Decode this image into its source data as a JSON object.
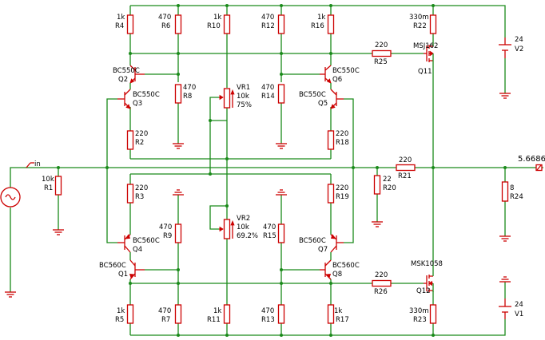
{
  "resistors": [
    {
      "id": "R4",
      "value": "1k"
    },
    {
      "id": "R6",
      "value": "470"
    },
    {
      "id": "R10",
      "value": "1k"
    },
    {
      "id": "R12",
      "value": "470"
    },
    {
      "id": "R16",
      "value": "1k"
    },
    {
      "id": "R22",
      "value": "330m"
    },
    {
      "id": "R25",
      "value": "220"
    },
    {
      "id": "R8",
      "value": "470"
    },
    {
      "id": "R14",
      "value": "470"
    },
    {
      "id": "R2",
      "value": "220"
    },
    {
      "id": "R18",
      "value": "220"
    },
    {
      "id": "R1",
      "value": "10k"
    },
    {
      "id": "R20",
      "value": "22"
    },
    {
      "id": "R21",
      "value": "220"
    },
    {
      "id": "R24",
      "value": "8"
    },
    {
      "id": "R3",
      "value": "220"
    },
    {
      "id": "R19",
      "value": "220"
    },
    {
      "id": "R9",
      "value": "470"
    },
    {
      "id": "R15",
      "value": "470"
    },
    {
      "id": "R26",
      "value": "220"
    },
    {
      "id": "R5",
      "value": "1k"
    },
    {
      "id": "R7",
      "value": "470"
    },
    {
      "id": "R11",
      "value": "1k"
    },
    {
      "id": "R13",
      "value": "470"
    },
    {
      "id": "R17",
      "value": "1k"
    },
    {
      "id": "R23",
      "value": "330m"
    }
  ],
  "transistors": [
    {
      "id": "Q2",
      "model": "BC550C"
    },
    {
      "id": "Q3",
      "model": "BC550C"
    },
    {
      "id": "Q6",
      "model": "BC550C"
    },
    {
      "id": "Q5",
      "model": "BC550C"
    },
    {
      "id": "Q4",
      "model": "BC560C"
    },
    {
      "id": "Q1",
      "model": "BC560C"
    },
    {
      "id": "Q7",
      "model": "BC560C"
    },
    {
      "id": "Q8",
      "model": "BC560C"
    }
  ],
  "mosfets": [
    {
      "id": "Q11",
      "model": "MSJ162"
    },
    {
      "id": "Q12",
      "model": "MSK1058"
    }
  ],
  "potentiometers": [
    {
      "id": "VR1",
      "value": "10k",
      "setting": "75%"
    },
    {
      "id": "VR2",
      "value": "10k",
      "setting": "69.2%"
    }
  ],
  "supplies": [
    {
      "id": "V2",
      "value": "24"
    },
    {
      "id": "V1",
      "value": "24"
    }
  ],
  "input": {
    "label": "in"
  },
  "output": {
    "voltage": "5.6686"
  },
  "colors": {
    "wire": "#1a8a1a",
    "component": "#cc0000",
    "text": "#000000"
  }
}
